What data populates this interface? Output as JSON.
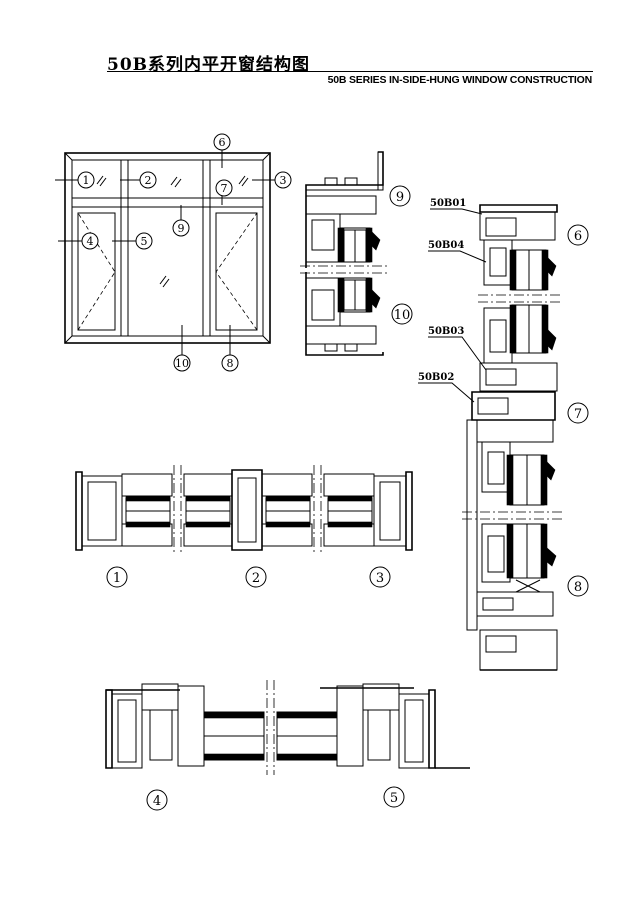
{
  "header": {
    "title_cn": "50B系列内平开窗结构图",
    "title_en": "50B SERIES IN-SIDE-HUNG WINDOW CONSTRUCTION"
  },
  "elevation_callouts": [
    "1",
    "2",
    "3",
    "4",
    "5",
    "6",
    "7",
    "8",
    "9",
    "10"
  ],
  "section_callouts": {
    "s1": "1",
    "s2": "2",
    "s3": "3",
    "s4": "4",
    "s5": "5",
    "s6": "6",
    "s7": "7",
    "s8": "8",
    "s9": "9",
    "s10": "10"
  },
  "part_labels": [
    "50B01",
    "50B04",
    "50B03",
    "50B02"
  ]
}
